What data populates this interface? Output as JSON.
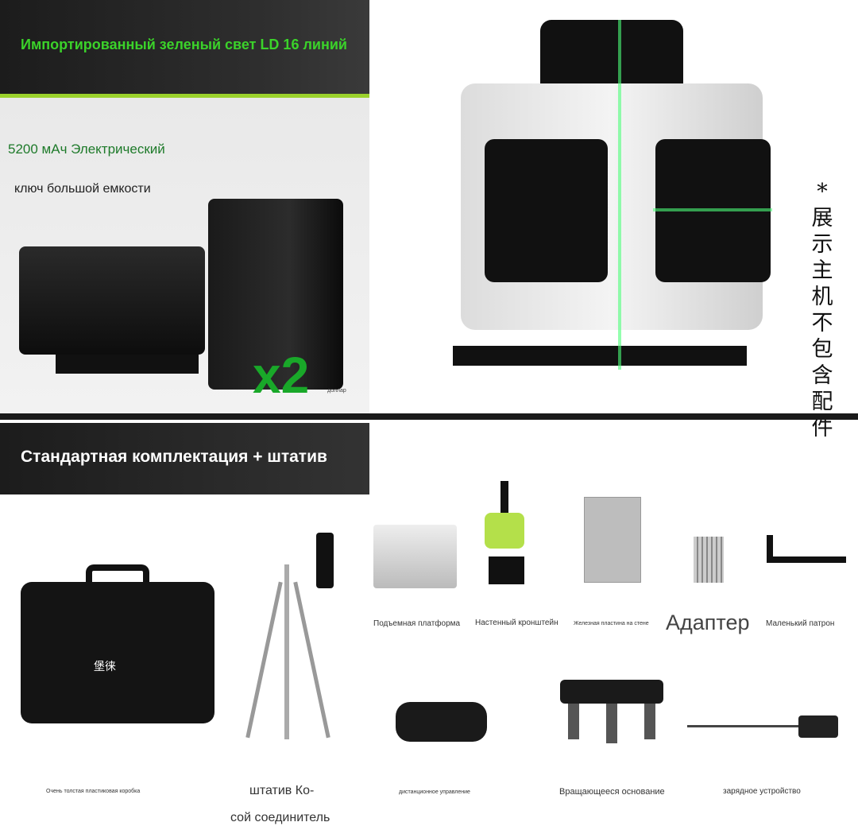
{
  "top_left": {
    "title": "Импортированный зеленый свет LD 16 линий",
    "battery_line1": "5200 мАч Электрический",
    "battery_line2": "ключ большой емкости",
    "quantity": "x2",
    "quantity_note": "доллар"
  },
  "top_right": {
    "vertical_note": "*展示主机不包含配件"
  },
  "banner": {
    "title": "Стандартная комплектация + штатив"
  },
  "case_brand": "堡徕",
  "items_row1": [
    {
      "label": "Подъемная платформа"
    },
    {
      "label": "Настенный кронштейн"
    },
    {
      "label": "Железная пластина на стене"
    },
    {
      "label": "Адаптер"
    },
    {
      "label": "Маленький патрон"
    }
  ],
  "items_row2": [
    {
      "label": "Очень толстая пластиковая коробка"
    },
    {
      "label": "штатив Ко-"
    },
    {
      "label": "сой соединитель"
    },
    {
      "label": "дистанционное управление"
    },
    {
      "label": "Вращающееся основание"
    },
    {
      "label": "зарядное устройство"
    }
  ],
  "colors": {
    "accent_green": "#3bd22a",
    "line_green": "#9bd22c",
    "dark": "#1c1c1c"
  }
}
